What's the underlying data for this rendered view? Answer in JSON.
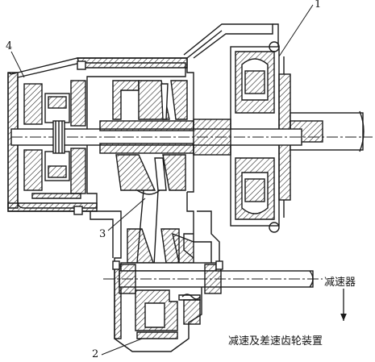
{
  "labels": {
    "one": "1",
    "two": "2",
    "three": "3",
    "four": "4"
  },
  "annotations": {
    "reducer": "减速器",
    "final_drive": "减速及差速齿轮装置"
  },
  "colors": {
    "line": "#1a1a1a",
    "background": "#ffffff"
  }
}
